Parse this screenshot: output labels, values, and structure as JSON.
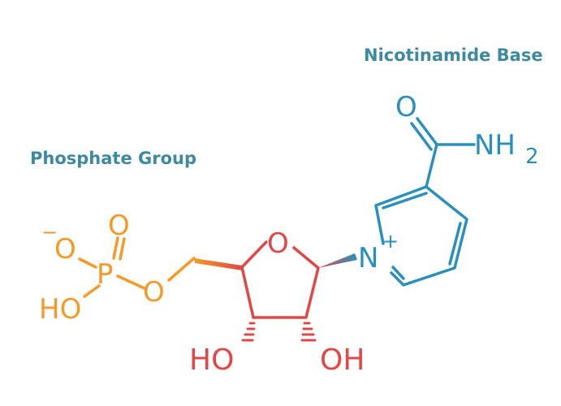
{
  "labels": {
    "base": "Nicotinamide Base",
    "phosphate": "Phosphate Group"
  },
  "atoms": {
    "amide_o": "O",
    "amide_n": "NH",
    "amide_sub": "2",
    "pyridinium_n": "N",
    "pyridinium_charge": "+",
    "ring_o": "O",
    "hydroxyl_left": "HO",
    "hydroxyl_right": "OH",
    "ester_o": "O",
    "phosphorus": "P",
    "phosphoryl_o": "O",
    "anion_o": "O",
    "anion_charge": "−",
    "phosphate_ho": "HO"
  },
  "colors": {
    "label": "#3d8a9e",
    "base": "#2a8fbd",
    "sugar": "#e04848",
    "phosphate": "#f29a2a"
  }
}
